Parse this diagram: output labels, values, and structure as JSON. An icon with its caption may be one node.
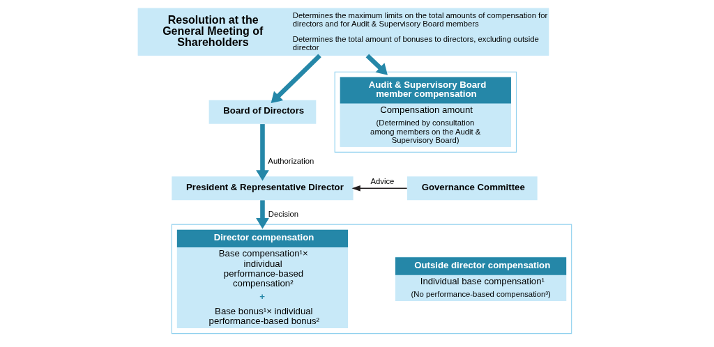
{
  "diagram": {
    "nodes": [
      {
        "text": [
          "Resolution at the General Meeting of Shareholders",
          "Determines the maximum limits on the total amounts of compensation for directors and for Audit & Supervisory Board members",
          "Determines the total amount of bonuses to directors, excluding outside director"
        ]
      },
      {
        "text": [
          "Board of Directors"
        ]
      },
      {
        "text": [
          "President & Representative Director"
        ]
      },
      {
        "text": [
          "Governance Committee"
        ]
      },
      {
        "text": [],
        "shape": "box"
      },
      {
        "text": [
          "Director compensation",
          "Base compensation¹× individual performance-based compensation²",
          "+",
          "Base bonus¹× individual performance-based bonus²"
        ],
        "in": 4
      },
      {
        "text": [
          "Outside director compensation",
          "Individual base compensation¹",
          "(No performance-based compensation³)"
        ],
        "in": 4
      },
      {
        "text": [],
        "shape": "box"
      },
      {
        "text": [
          "Audit & Supervisory Board member compensation",
          "Compensation amount",
          "(Determined by consultation among members on the Audit & Supervisory Board)"
        ],
        "in": 7
      }
    ],
    "edges": [
      {
        "from": 0,
        "to": 1,
        "arrow": "to"
      },
      {
        "from": 1,
        "to": 2,
        "label": "Authorization",
        "arrow": "to"
      },
      {
        "from": 3,
        "to": 2,
        "label": "Advice",
        "arrow": "to",
        "color": "#231f20"
      },
      {
        "from": 2,
        "to": 4,
        "label": "Decision",
        "arrow": "to"
      },
      {
        "from": 0,
        "to": 7,
        "arrow": "to"
      }
    ]
  }
}
